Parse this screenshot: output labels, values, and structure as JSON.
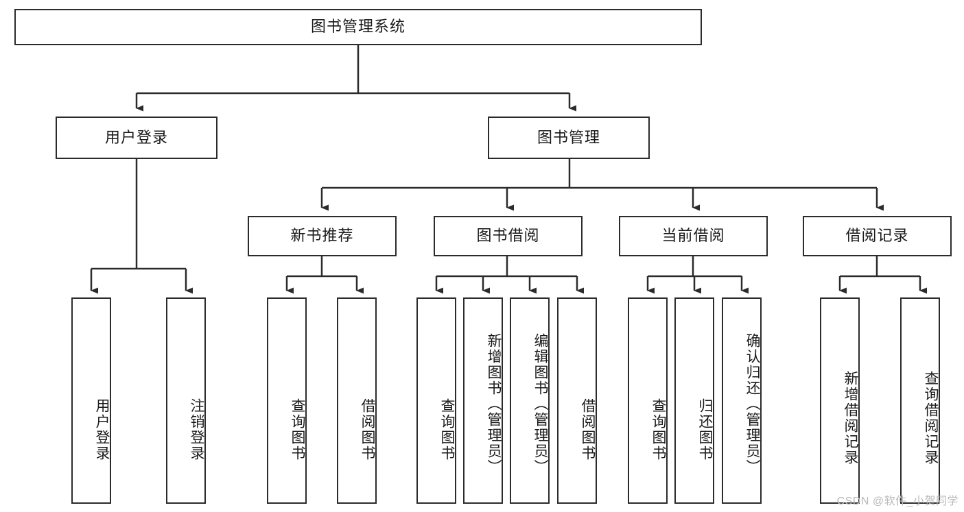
{
  "diagram": {
    "type": "tree-hierarchy",
    "title": "图书管理系统",
    "root": {
      "label": "图书管理系统"
    },
    "level2": [
      {
        "label": "用户登录"
      },
      {
        "label": "图书管理"
      }
    ],
    "level3": [
      {
        "label": "新书推荐"
      },
      {
        "label": "图书借阅"
      },
      {
        "label": "当前借阅"
      },
      {
        "label": "借阅记录"
      }
    ],
    "leaves": {
      "user_login": [
        {
          "label": "用户登录"
        },
        {
          "label": "注销登录"
        }
      ],
      "new_book_recommend": [
        {
          "label": "查询图书"
        },
        {
          "label": "借阅图书"
        }
      ],
      "book_borrow": [
        {
          "label": "查询图书"
        },
        {
          "label": "新增图书（管理员）"
        },
        {
          "label": "编辑图书（管理员）"
        },
        {
          "label": "借阅图书"
        }
      ],
      "current_borrow": [
        {
          "label": "查询图书"
        },
        {
          "label": "归还图书"
        },
        {
          "label": "确认归还（管理员）"
        }
      ],
      "borrow_record": [
        {
          "label": "新增借阅记录"
        },
        {
          "label": "查询借阅记录"
        }
      ]
    },
    "colors": {
      "line": "#2b2b2b",
      "box_fill": "#ffffff",
      "text": "#1a1a1a",
      "watermark": "#b9b9b9"
    }
  },
  "watermark": {
    "text": "CSDN @软件_小贺同学"
  }
}
